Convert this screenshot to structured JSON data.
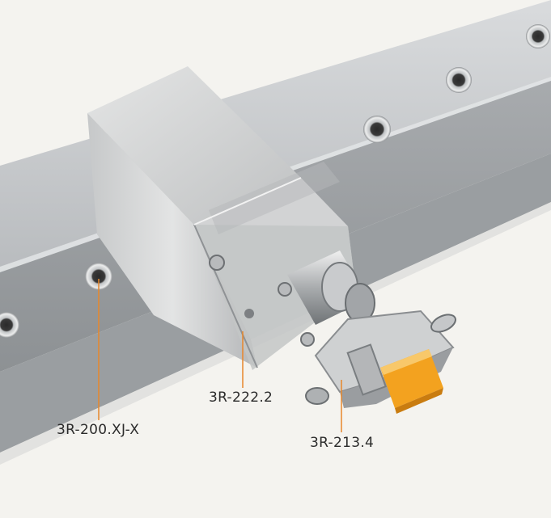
{
  "callouts": [
    {
      "id": "rail",
      "text": "3R-200.XJ-X"
    },
    {
      "id": "block",
      "text": "3R-222.2"
    },
    {
      "id": "holder",
      "text": "3R-213.4"
    }
  ],
  "colors": {
    "background": "#f4f3ef",
    "rail": "#c9cbcd",
    "steel": "#cfd1d2",
    "leader": "#e8872a",
    "electrode": "#f3a21f"
  }
}
